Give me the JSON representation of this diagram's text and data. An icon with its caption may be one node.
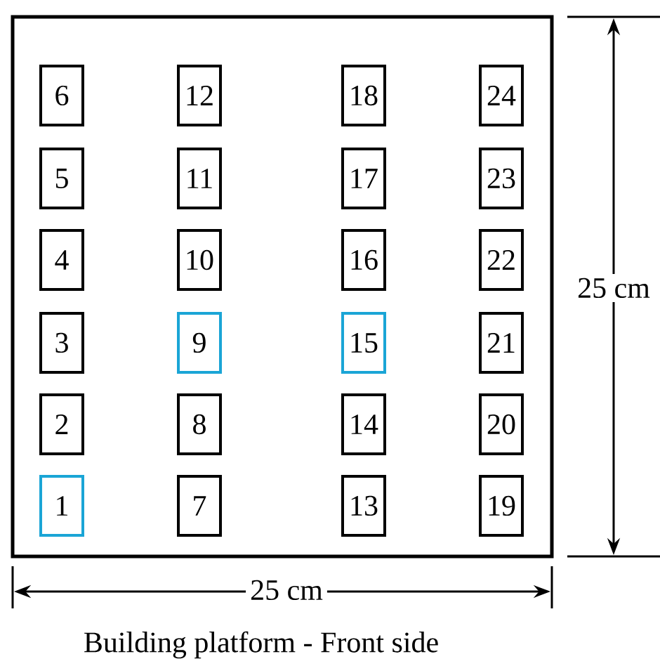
{
  "diagram": {
    "caption": "Building platform - Front side",
    "nodes": [
      {
        "text": [],
        "shape": "box"
      },
      {
        "text": [
          "6"
        ],
        "in": 0
      },
      {
        "text": [
          "12"
        ],
        "in": 0
      },
      {
        "text": [
          "18"
        ],
        "in": 0
      },
      {
        "text": [
          "24"
        ],
        "in": 0
      },
      {
        "text": [
          "5"
        ],
        "in": 0
      },
      {
        "text": [
          "11"
        ],
        "in": 0
      },
      {
        "text": [
          "17"
        ],
        "in": 0
      },
      {
        "text": [
          "23"
        ],
        "in": 0
      },
      {
        "text": [
          "4"
        ],
        "in": 0
      },
      {
        "text": [
          "10"
        ],
        "in": 0
      },
      {
        "text": [
          "16"
        ],
        "in": 0
      },
      {
        "text": [
          "22"
        ],
        "in": 0
      },
      {
        "text": [
          "3"
        ],
        "in": 0
      },
      {
        "text": [
          "9"
        ],
        "in": 0
      },
      {
        "text": [
          "15"
        ],
        "in": 0
      },
      {
        "text": [
          "21"
        ],
        "in": 0
      },
      {
        "text": [
          "2"
        ],
        "in": 0
      },
      {
        "text": [
          "8"
        ],
        "in": 0
      },
      {
        "text": [
          "14"
        ],
        "in": 0
      },
      {
        "text": [
          "20"
        ],
        "in": 0
      },
      {
        "text": [
          "1"
        ],
        "in": 0
      },
      {
        "text": [
          "7"
        ],
        "in": 0
      },
      {
        "text": [
          "13"
        ],
        "in": 0
      },
      {
        "text": [
          "19"
        ],
        "in": 0
      }
    ],
    "labels": [
      "25 cm",
      "25 cm"
    ]
  }
}
